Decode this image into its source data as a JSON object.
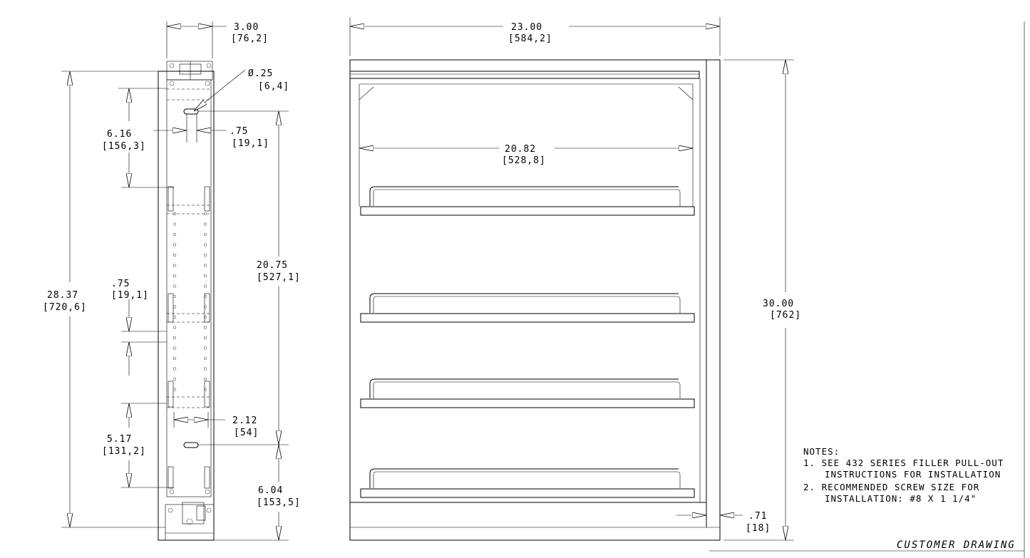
{
  "side_view": {
    "width": {
      "in": "3.00",
      "mm": "[76,2]"
    },
    "hole_diameter": {
      "in": "Ø.25",
      "mm": "[6,4]"
    },
    "hole_offset": {
      "in": ".75",
      "mm": "[19,1]"
    },
    "top_to_first_bracket": {
      "in": "6.16",
      "mm": "[156,3]"
    },
    "hole_spacing": {
      "in": "20.75",
      "mm": "[527,1]"
    },
    "bracket_gap": {
      "in": ".75",
      "mm": "[19,1]"
    },
    "overall_height": {
      "in": "28.37",
      "mm": "[720,6]"
    },
    "hole_width": {
      "in": "2.12",
      "mm": "[54]"
    },
    "bottom_bracket": {
      "in": "5.17",
      "mm": "[131,2]"
    },
    "bottom_hole": {
      "in": "6.04",
      "mm": "[153,5]"
    }
  },
  "front_view": {
    "overall_depth": {
      "in": "23.00",
      "mm": "[584,2]"
    },
    "inner_depth": {
      "in": "20.82",
      "mm": "[528,8]"
    },
    "overall_height": {
      "in": "30.00",
      "mm": "[762]"
    },
    "base_offset": {
      "in": ".71",
      "mm": "[18]"
    }
  },
  "notes": {
    "heading": "NOTES:",
    "line1": "1. SEE 432 SERIES FILLER PULL-OUT",
    "line1b": "INSTRUCTIONS FOR INSTALLATION",
    "line2": "2. RECOMMENDED SCREW SIZE FOR",
    "line2b": "INSTALLATION: #8 X 1 1/4\""
  },
  "title_block": {
    "label": "CUSTOMER DRAWING"
  }
}
